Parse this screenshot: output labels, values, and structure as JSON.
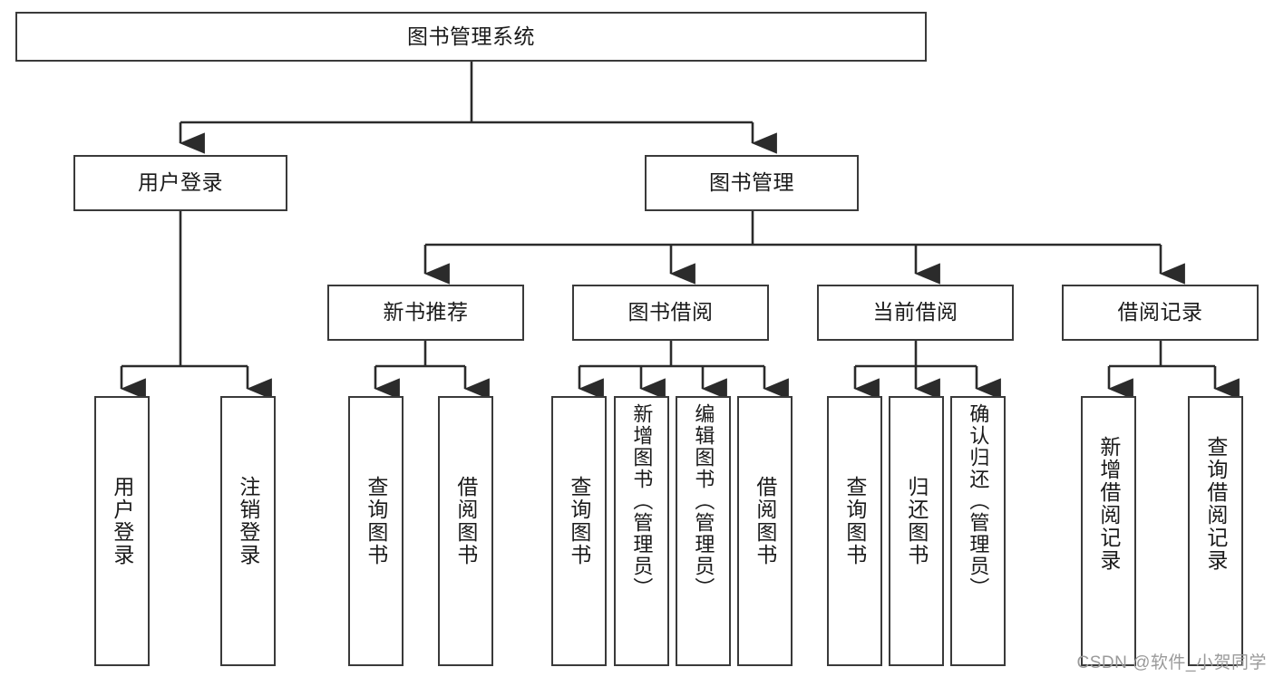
{
  "diagram": {
    "title": "图书管理系统",
    "type": "tree-hierarchy-diagram",
    "watermark": "CSDN @软件_小贺同学",
    "colors": {
      "background": "#ffffff",
      "box_border": "#3a3a3a",
      "connector": "#2b2b2b",
      "text": "#1a1a1a",
      "watermark": "#9a9a9a"
    },
    "nodes": {
      "root": {
        "label": "图书管理系统"
      },
      "level2": [
        {
          "id": "user-login",
          "label": "用户登录"
        },
        {
          "id": "book-management",
          "label": "图书管理"
        }
      ],
      "level3": [
        {
          "id": "new-book-recommend",
          "label": "新书推荐"
        },
        {
          "id": "book-borrow",
          "label": "图书借阅"
        },
        {
          "id": "current-borrow",
          "label": "当前借阅"
        },
        {
          "id": "borrow-record",
          "label": "借阅记录"
        }
      ],
      "leaves": {
        "user_login": [
          {
            "id": "leaf-user-login",
            "label": "用户登录"
          },
          {
            "id": "leaf-logout-login",
            "label": "注销登录"
          }
        ],
        "new_book_recommend": [
          {
            "id": "leaf-query-book-1",
            "label": "查询图书"
          },
          {
            "id": "leaf-borrow-book-1",
            "label": "借阅图书"
          }
        ],
        "book_borrow": [
          {
            "id": "leaf-query-book-2",
            "label": "查询图书"
          },
          {
            "id": "leaf-add-book",
            "label": "新增图书（管理员）"
          },
          {
            "id": "leaf-edit-book",
            "label": "编辑图书（管理员）"
          },
          {
            "id": "leaf-borrow-book-2",
            "label": "借阅图书"
          }
        ],
        "current_borrow": [
          {
            "id": "leaf-query-book-3",
            "label": "查询图书"
          },
          {
            "id": "leaf-return-book",
            "label": "归还图书"
          },
          {
            "id": "leaf-confirm-return",
            "label": "确认归还（管理员）"
          }
        ],
        "borrow_record": [
          {
            "id": "leaf-add-record",
            "label": "新增借阅记录"
          },
          {
            "id": "leaf-query-record",
            "label": "查询借阅记录"
          }
        ]
      }
    }
  }
}
